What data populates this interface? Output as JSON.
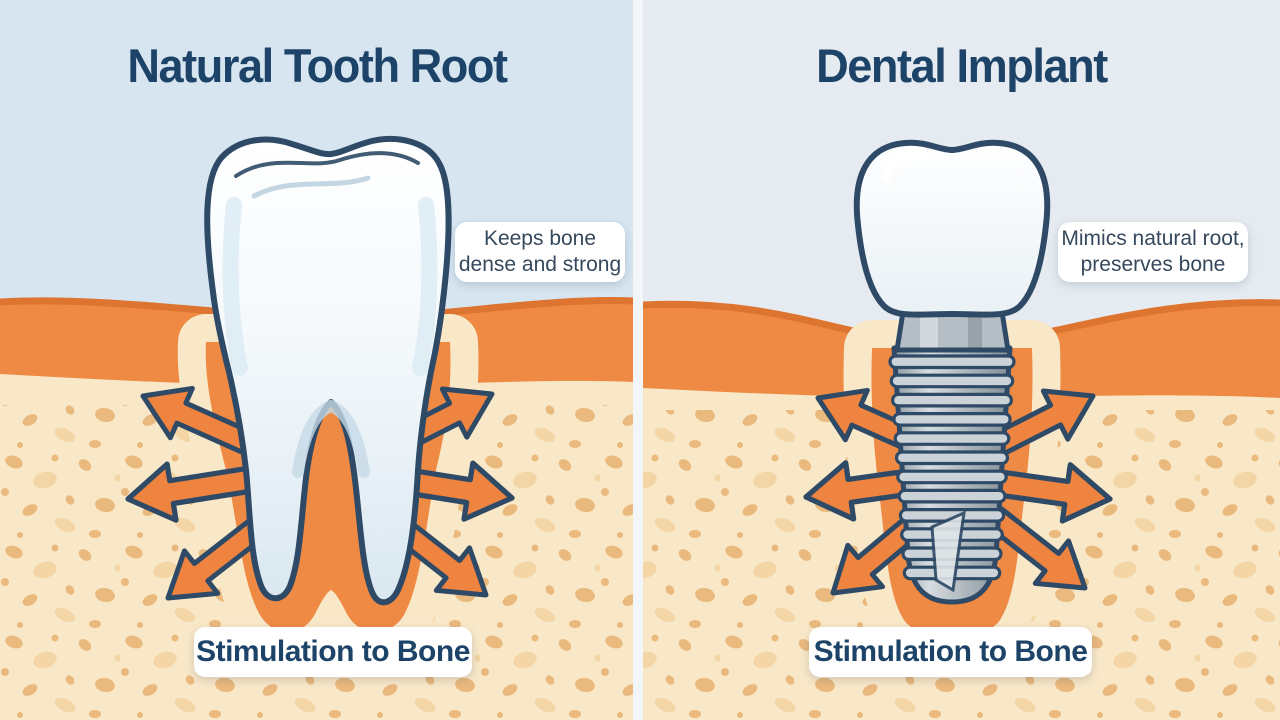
{
  "left": {
    "title": "Natural Tooth Root",
    "callout_line1": "Keeps bone",
    "callout_line2": "dense and strong",
    "bone_label": "Stimulation to Bone"
  },
  "right": {
    "title": "Dental Implant",
    "callout_line1": "Mimics natural root,",
    "callout_line2": "preserves bone",
    "bone_label": "Stimulation to Bone"
  },
  "colors": {
    "sky_left": "#d6e5f0",
    "sky_right": "#e5ebf0",
    "gum": "#ef8a45",
    "gum_rim": "#dd7430",
    "bone": "#f9e8c8",
    "bone_speckle": "#eab97e",
    "bone_speckle_light": "#f3d5a6",
    "arrow": "#ef8440",
    "outline": "#2e4a66",
    "tooth": "#ffffff",
    "tooth_shade": "#dcebf3",
    "metal": "#b6bec5",
    "metal_light": "#d2d8dc",
    "metal_dark": "#98a2a9",
    "card": "#ffffff",
    "title_text": "#1d4468",
    "body_text": "#36495c",
    "divider": "#f3f6f8"
  }
}
